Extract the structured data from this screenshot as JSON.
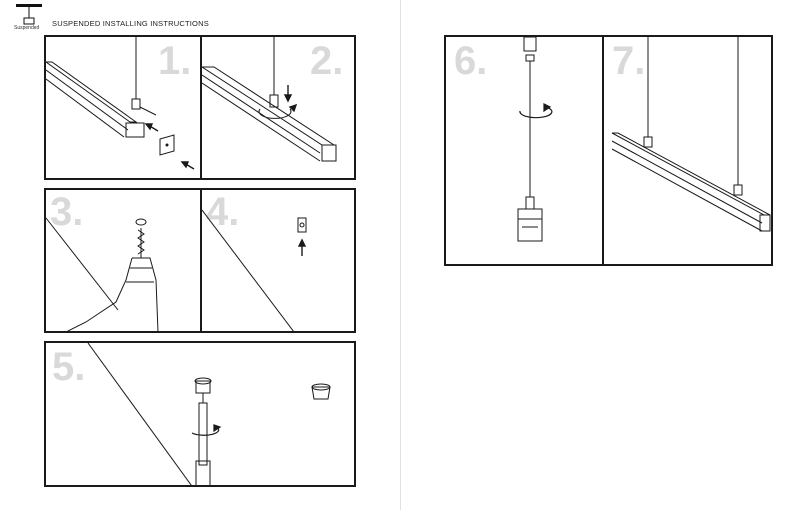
{
  "header": {
    "icon_name": "pendant-lamp-icon",
    "icon_label": "Suspended",
    "title": "SUSPENDED  INSTALLING INSTRUCTIONS"
  },
  "steps": [
    {
      "number": "1."
    },
    {
      "number": "2."
    },
    {
      "number": "3."
    },
    {
      "number": "4."
    },
    {
      "number": "5."
    },
    {
      "number": "6."
    },
    {
      "number": "7."
    }
  ],
  "icons": [
    "arrow-icon",
    "rotate-arrow-icon",
    "drill-icon",
    "wall-anchor-icon",
    "ceiling-cap-icon",
    "lamp-profile-icon",
    "end-cap-plate-icon"
  ],
  "colors": {
    "line": "#1a1a1a",
    "step_number": "#d9d9d9"
  }
}
